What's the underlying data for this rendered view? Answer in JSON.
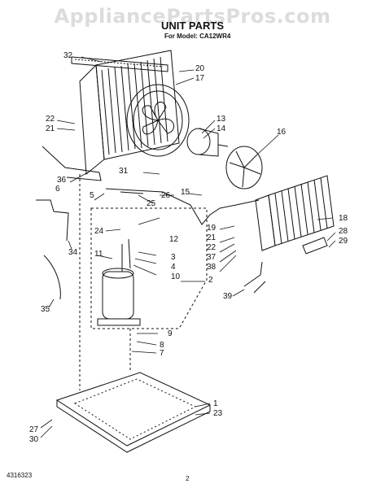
{
  "watermark": "AppliancePartsPros.com",
  "title": "UNIT PARTS",
  "model_line": "For Model: CA12WR4",
  "doc_number": "4316323",
  "page_number": "2",
  "callouts": [
    "32",
    "20",
    "17",
    "22",
    "21",
    "13",
    "14",
    "16",
    "6",
    "36",
    "5",
    "31",
    "25",
    "26",
    "15",
    "12",
    "24",
    "11",
    "3",
    "4",
    "10",
    "19",
    "21",
    "22",
    "37",
    "38",
    "18",
    "28",
    "29",
    "34",
    "2",
    "39",
    "35",
    "9",
    "8",
    "7",
    "1",
    "23",
    "27",
    "30"
  ]
}
